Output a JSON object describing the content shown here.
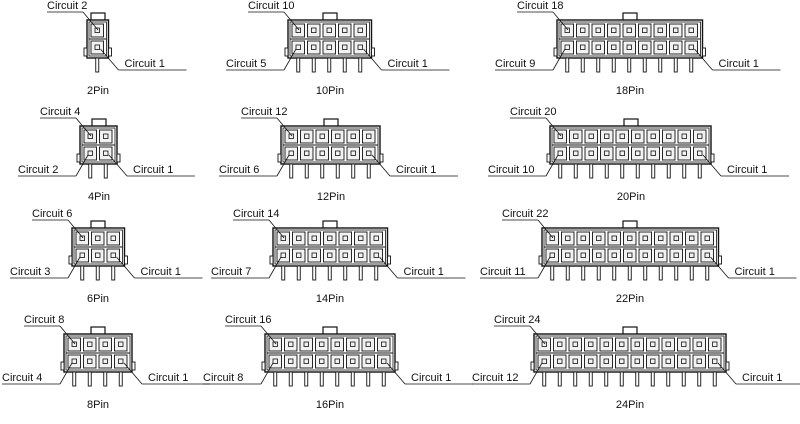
{
  "connectors": [
    {
      "pins": 2,
      "name": "2Pin",
      "top_label": "Circuit 2",
      "left_label": "",
      "right_label": "Circuit 1"
    },
    {
      "pins": 10,
      "name": "10Pin",
      "top_label": "Circuit 10",
      "left_label": "Circuit 5",
      "right_label": "Circuit 1"
    },
    {
      "pins": 18,
      "name": "18Pin",
      "top_label": "Circuit 18",
      "left_label": "Circuit 9",
      "right_label": "Circuit 1"
    },
    {
      "pins": 4,
      "name": "4Pin",
      "top_label": "Circuit 4",
      "left_label": "Circuit 2",
      "right_label": "Circuit 1"
    },
    {
      "pins": 12,
      "name": "12Pin",
      "top_label": "Circuit 12",
      "left_label": "Circuit 6",
      "right_label": "Circuit 1"
    },
    {
      "pins": 20,
      "name": "20Pin",
      "top_label": "Circuit 20",
      "left_label": "Circuit 10",
      "right_label": "Circuit 1"
    },
    {
      "pins": 6,
      "name": "6Pin",
      "top_label": "Circuit 6",
      "left_label": "Circuit 3",
      "right_label": "Circuit 1"
    },
    {
      "pins": 14,
      "name": "14Pin",
      "top_label": "Circuit 14",
      "left_label": "Circuit 7",
      "right_label": "Circuit 1"
    },
    {
      "pins": 22,
      "name": "22Pin",
      "top_label": "Circuit 22",
      "left_label": "Circuit 11",
      "right_label": "Circuit 1"
    },
    {
      "pins": 8,
      "name": "8Pin",
      "top_label": "Circuit 8",
      "left_label": "Circuit 4",
      "right_label": "Circuit 1"
    },
    {
      "pins": 16,
      "name": "16Pin",
      "top_label": "Circuit 16",
      "left_label": "Circuit 8",
      "right_label": "Circuit 1"
    },
    {
      "pins": 24,
      "name": "24Pin",
      "top_label": "Circuit 24",
      "left_label": "Circuit 12",
      "right_label": "Circuit 1"
    }
  ],
  "colors": {
    "line": "#111111",
    "fill": "#ffffff",
    "cavity": "#f2f2f2"
  }
}
